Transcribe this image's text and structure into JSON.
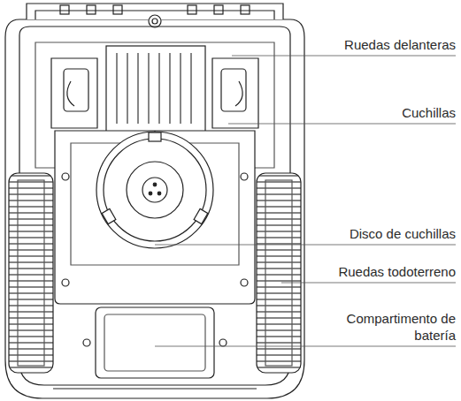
{
  "diagram": {
    "labels": [
      "Ruedas delanteras",
      "Cuchillas",
      "Disco de cuchillas",
      "Ruedas todoterreno",
      "Compartimento de batería"
    ]
  }
}
